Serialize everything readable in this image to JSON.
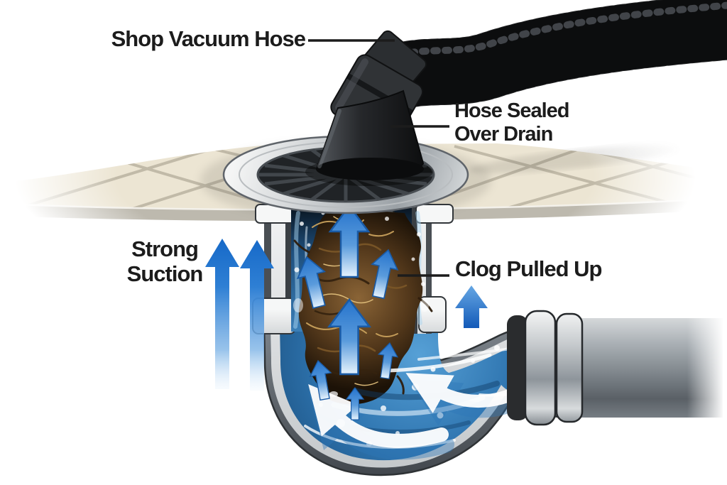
{
  "callouts": {
    "shop_vacuum_hose": {
      "text": "Shop Vacuum Hose"
    },
    "hose_sealed": {
      "line1": "Hose Sealed",
      "line2": "Over Drain"
    },
    "strong_suction": {
      "line1": "Strong",
      "line2": "Suction"
    },
    "clog_pulled_up": {
      "text": "Clog Pulled Up"
    }
  },
  "colors": {
    "background": "#ffffff",
    "label_text": "#1c1c1c",
    "arrow_blue": "#1e6fce",
    "flow_arrow_white": "#ffffff",
    "water_blue": "#2f75b0",
    "water_deep": "#123f69",
    "clog_brown": "#53381b",
    "pipe_metal_gray": "#8e959b",
    "pipe_cut_silver": "#dfe2e4",
    "hose_black": "#1d1f22",
    "tile_beige": "#ece5d3"
  }
}
